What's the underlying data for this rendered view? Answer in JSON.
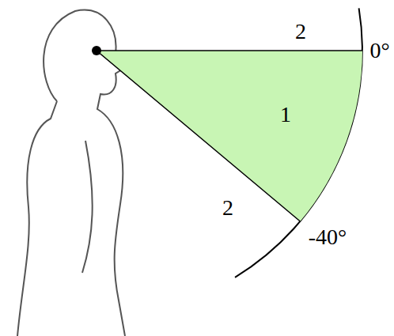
{
  "diagram": {
    "nodes": [
      {
        "text": [
          "1"
        ]
      }
    ],
    "labels": [
      "2",
      "2",
      "0°",
      "-40°"
    ]
  }
}
